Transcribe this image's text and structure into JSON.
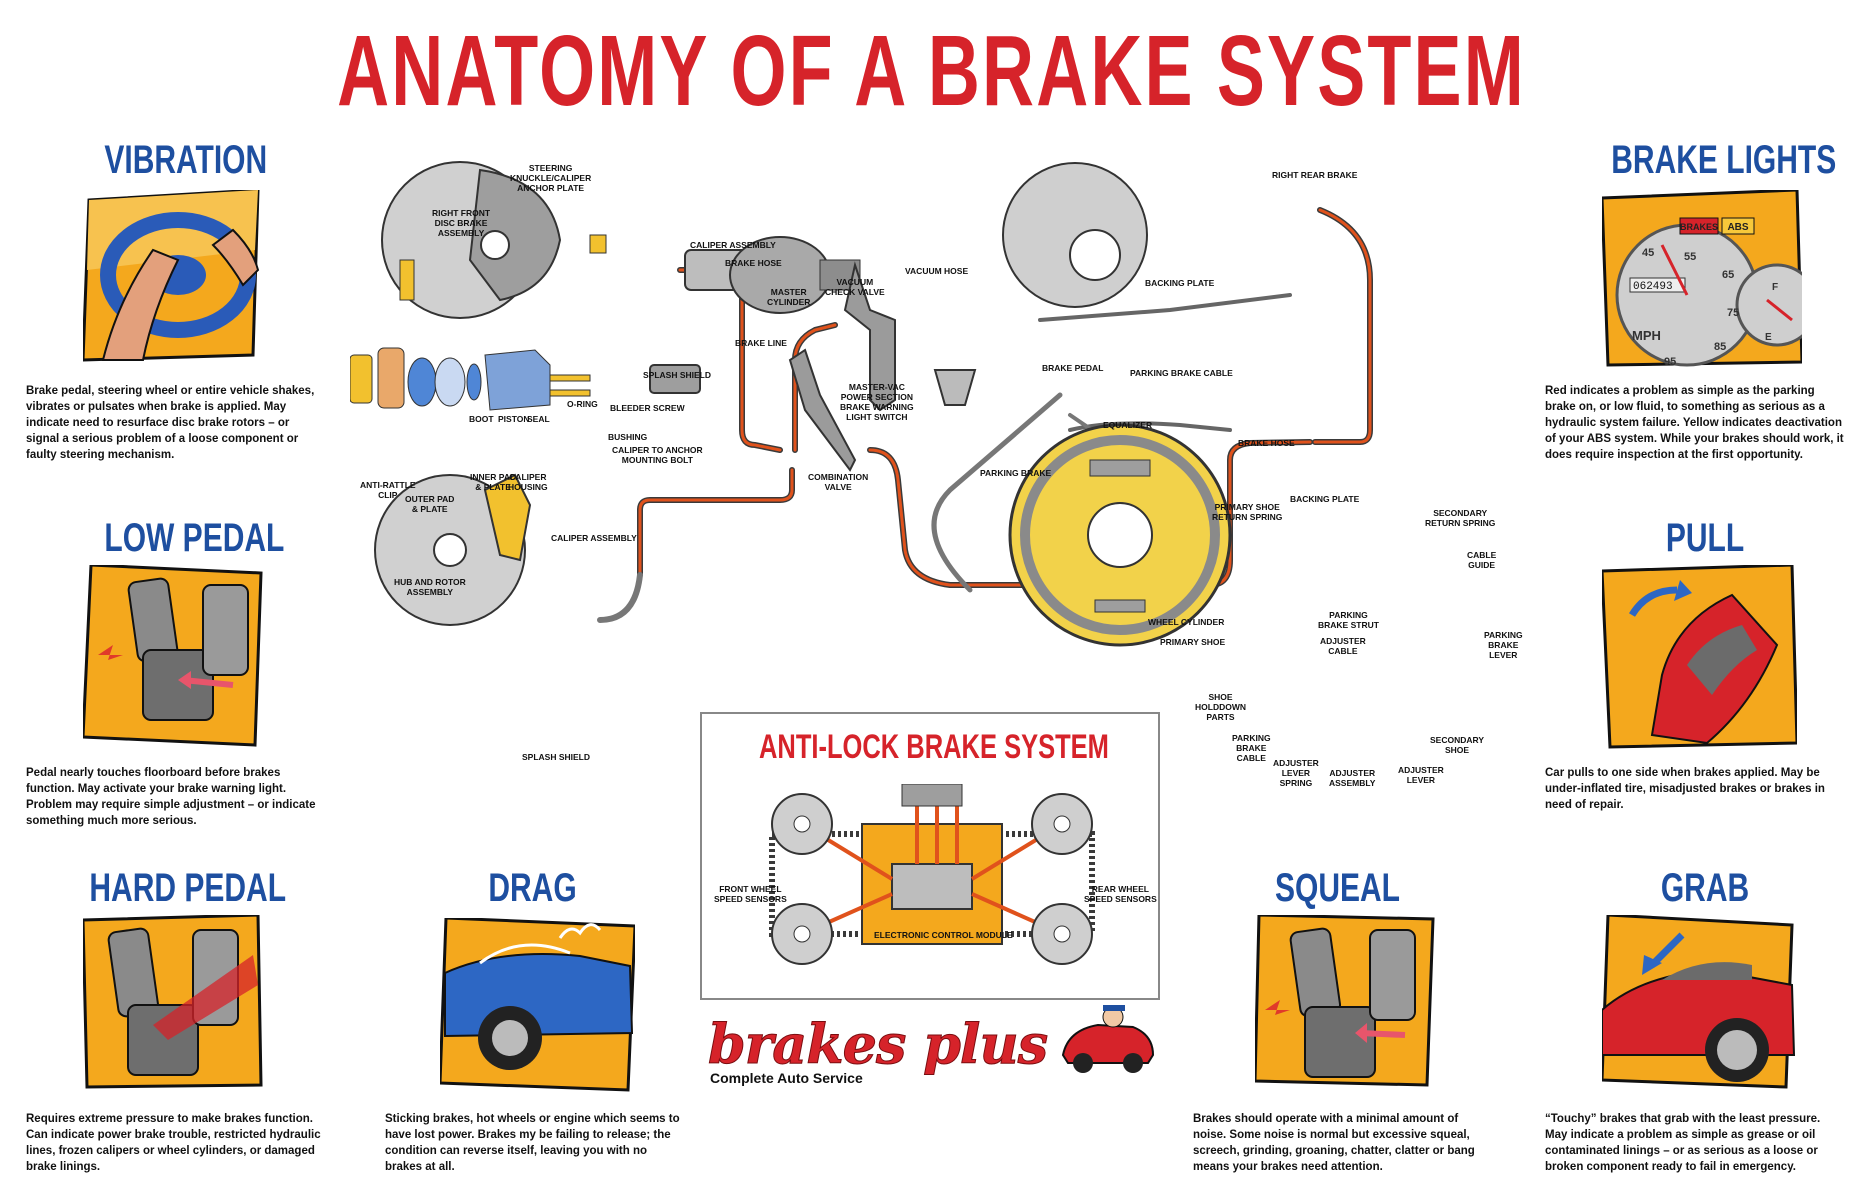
{
  "title": "ANATOMY OF A BRAKE SYSTEM",
  "sections": {
    "vibration": {
      "heading": "VIBRATION",
      "text": "Brake pedal, steering wheel or entire vehicle shakes, vibrates or pulsates when brake is applied. May indicate need to resurface disc brake rotors – or signal a serious problem of a loose component or faulty steering mechanism."
    },
    "low_pedal": {
      "heading": "LOW PEDAL",
      "text": "Pedal nearly touches floorboard before brakes function. May activate your brake warning light. Problem may require simple adjustment – or indicate something much more serious."
    },
    "hard_pedal": {
      "heading": "HARD PEDAL",
      "text": "Requires extreme pressure to make brakes function. Can indicate power brake trouble, restricted hydraulic lines, frozen calipers or wheel cylinders, or damaged brake linings."
    },
    "drag": {
      "heading": "DRAG",
      "text": "Sticking brakes, hot wheels or engine which seems to have lost power. Brakes my be failing to release; the condition can reverse itself, leaving you with no brakes at all."
    },
    "squeal": {
      "heading": "SQUEAL",
      "text": "Brakes should operate with a minimal amount of noise. Some noise is normal but excessive squeal, screech, grinding, groaning, chatter, clatter or bang means your brakes need attention."
    },
    "grab": {
      "heading": "GRAB",
      "text": "“Touchy” brakes that grab with the least pressure. May indicate a problem as simple as grease or oil contaminated linings – or as serious as a loose or broken component ready to fail in emergency."
    },
    "brake_lights": {
      "heading": "BRAKE LIGHTS",
      "text": "Red indicates a problem as simple as the parking brake on, or low fluid, to something as serious as a hydraulic system failure. Yellow indicates deactivation of your ABS system. While your brakes should work, it does require inspection at the first opportunity."
    },
    "pull": {
      "heading": "PULL",
      "text": "Car pulls to one side when brakes applied. May be under-inflated tire, misadjusted brakes or brakes in need of repair."
    }
  },
  "gauge": {
    "brakes": "BRAKES",
    "abs": "ABS",
    "odometer": "062493",
    "mph": "MPH",
    "ticks": [
      "45",
      "55",
      "65",
      "75",
      "85",
      "95"
    ],
    "fuel_f": "F",
    "fuel_e": "E"
  },
  "labels": {
    "steering_knuckle": "STEERING\nKNUCKLE/CALIPER\nANCHOR PLATE",
    "right_front": "RIGHT FRONT\nDISC BRAKE\nASSEMBLY",
    "caliper_assembly_top": "CALIPER ASSEMBLY",
    "brake_hose_top": "BRAKE HOSE",
    "master_cylinder": "MASTER\nCYLINDER",
    "vacuum_check_valve": "VACUUM\nCHECK VALVE",
    "vacuum_hose": "VACUUM HOSE",
    "brake_line": "BRAKE LINE",
    "splash_shield_top": "SPLASH SHIELD",
    "master_vac": "MASTER-VAC\nPOWER SECTION\nBRAKE WARNING\nLIGHT SWITCH",
    "brake_pedal": "BRAKE PEDAL",
    "parking_brake": "PARKING BRAKE",
    "combination_valve": "COMBINATION\nVALVE",
    "boot": "BOOT",
    "piston": "PISTON",
    "seal": "SEAL",
    "o_ring": "O-RING",
    "bleeder_screw": "BLEEDER SCREW",
    "bushing": "BUSHING",
    "caliper_anchor_bolt": "CALIPER TO ANCHOR\nMOUNTING BOLT",
    "inner_pad": "INNER PAD\n& PLATE",
    "caliper_housing": "CALIPER\nHOUSING",
    "anti_rattle": "ANTI-RATTLE\nCLIP",
    "outer_pad": "OUTER PAD\n& PLATE",
    "caliper_assembly_bottom": "CALIPER ASSEMBLY",
    "hub_rotor": "HUB AND ROTOR\nASSEMBLY",
    "splash_shield_bottom": "SPLASH SHIELD",
    "right_rear_brake": "RIGHT REAR BRAKE",
    "backing_plate_top": "BACKING PLATE",
    "parking_brake_cable": "PARKING BRAKE CABLE",
    "equalizer": "EQUALIZER",
    "brake_hose_right": "BRAKE HOSE",
    "backing_plate": "BACKING PLATE",
    "primary_shoe_return": "PRIMARY SHOE\nRETURN SPRING",
    "secondary_return": "SECONDARY\nRETURN SPRING",
    "cable_guide": "CABLE\nGUIDE",
    "parking_brake_strut": "PARKING\nBRAKE STRUT",
    "adjuster_cable": "ADJUSTER\nCABLE",
    "wheel_cylinder": "WHEEL CYLINDER",
    "primary_shoe": "PRIMARY SHOE",
    "parking_brake_lever": "PARKING\nBRAKE\nLEVER",
    "shoe_holddown": "SHOE\nHOLDDOWN\nPARTS",
    "parking_brake_cable2": "PARKING\nBRAKE\nCABLE",
    "adjuster_lever_spring": "ADJUSTER\nLEVER\nSPRING",
    "adjuster_assembly": "ADJUSTER\nASSEMBLY",
    "adjuster_lever": "ADJUSTER\nLEVER",
    "secondary_shoe": "SECONDARY\nSHOE"
  },
  "abs": {
    "title": "ANTI-LOCK BRAKE SYSTEM",
    "front_sensors": "FRONT WHEEL\nSPEED SENSORS",
    "rear_sensors": "REAR WHEEL\nSPEED SENSORS",
    "ecm": "ELECTRONIC CONTROL MODULE"
  },
  "logo": {
    "name": "brakes plus",
    "tagline": "Complete Auto Service"
  },
  "colors": {
    "title_red": "#d6232a",
    "heading_blue": "#1e4fa0",
    "panel_orange": "#f4a81d",
    "brake_line": "#e0521c"
  }
}
